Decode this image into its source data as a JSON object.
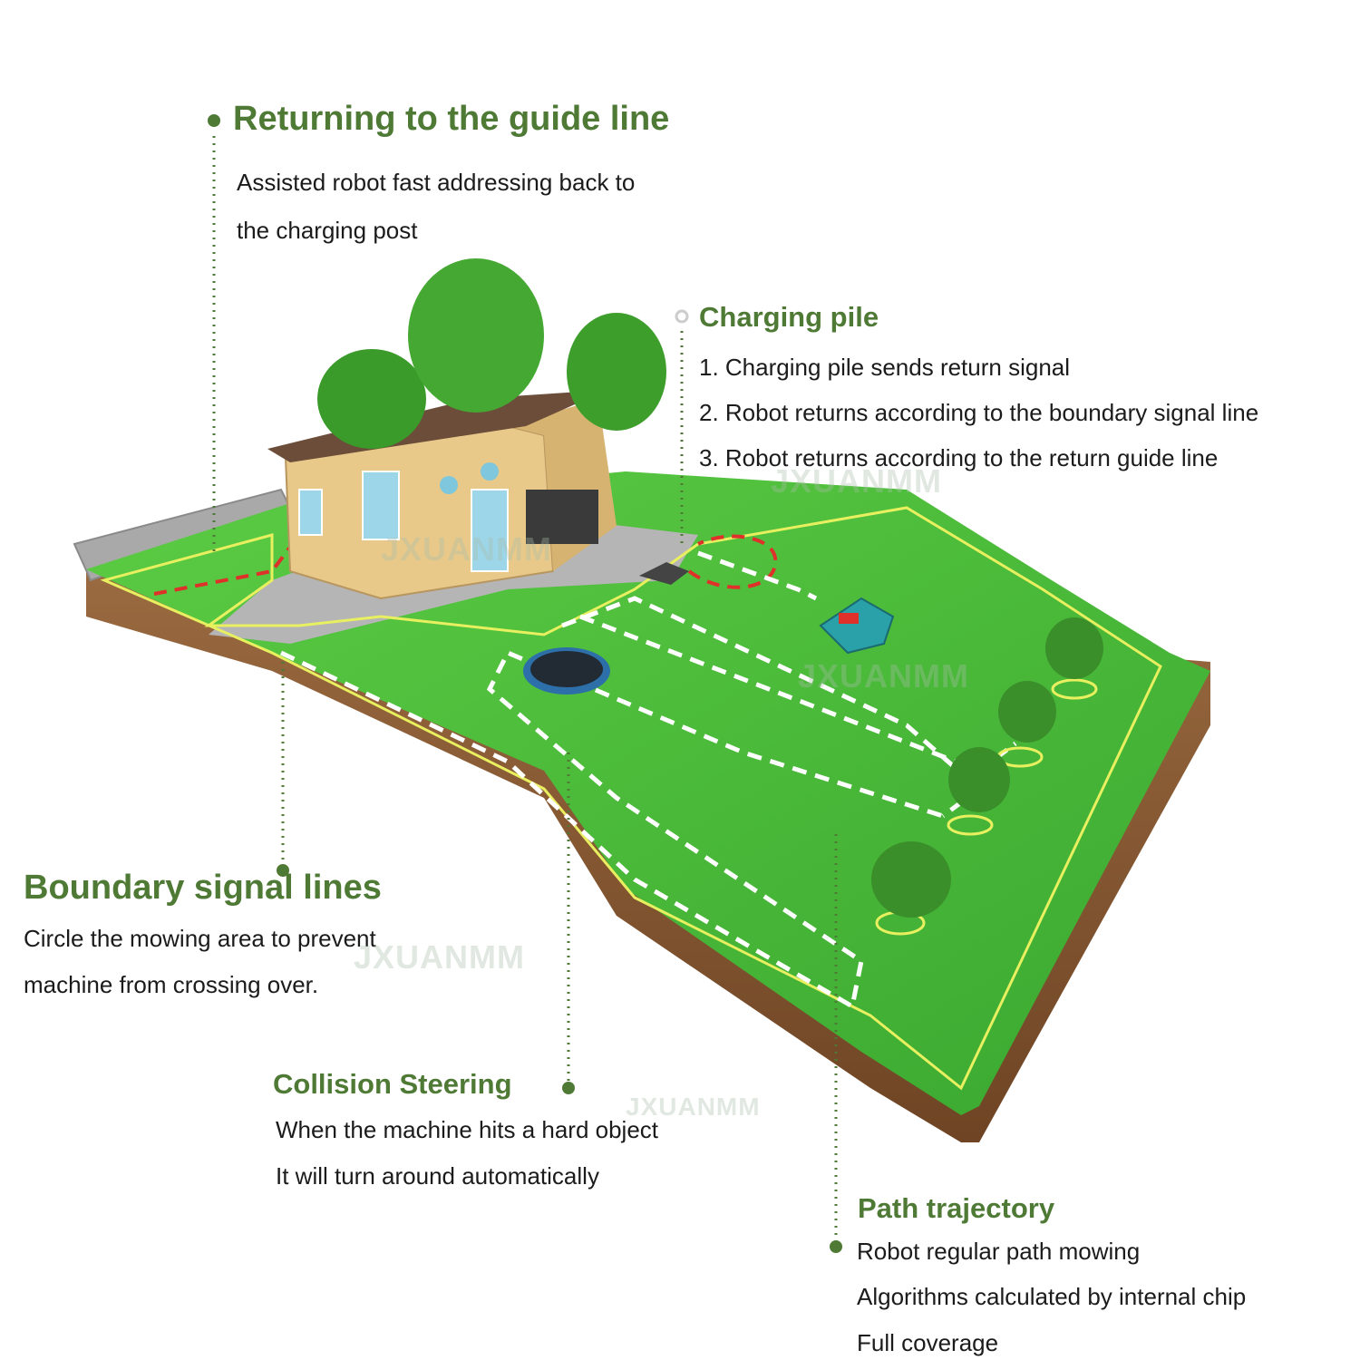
{
  "callouts": {
    "guide_line": {
      "title": "Returning to the guide line",
      "lines": [
        "Assisted robot fast addressing back to",
        "the charging post"
      ]
    },
    "charging_pile": {
      "title": "Charging pile",
      "lines": [
        "1. Charging pile sends return signal",
        "2. Robot returns according to the boundary signal line",
        "3. Robot returns according to the return guide line"
      ]
    },
    "boundary": {
      "title": "Boundary signal lines",
      "lines": [
        "Circle the mowing area to prevent",
        "machine from crossing over."
      ]
    },
    "collision": {
      "title": "Collision Steering",
      "lines": [
        "When the machine hits a hard object",
        "It will turn around automatically"
      ]
    },
    "path": {
      "title": "Path trajectory",
      "lines": [
        "Robot regular path mowing",
        "Algorithms calculated by internal chip",
        "Full coverage"
      ]
    }
  },
  "watermark": "JXUANMM",
  "colors": {
    "title_green": "#4f7a35",
    "grass": "#4bbf3a",
    "soil": "#8a5a36",
    "boundary_wire": "#e8f060",
    "guide_wire": "#e0302a",
    "path_dash": "#ffffff"
  }
}
